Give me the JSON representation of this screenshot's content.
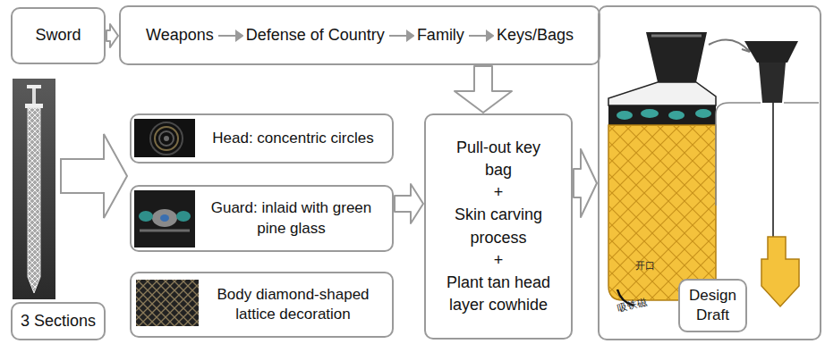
{
  "diagram": {
    "nodes": [
      {
        "text": [
          "Sword"
        ]
      },
      {
        "text": [
          "Weapons",
          "Defense of Country",
          "Family",
          "Keys/Bags"
        ]
      },
      {
        "text": [
          "Head: concentric circles"
        ]
      },
      {
        "text": [
          "Guard: inlaid with green pine glass"
        ]
      },
      {
        "text": [
          "Body diamond-shaped lattice decoration"
        ]
      },
      {
        "text": [
          "Pull-out key bag",
          "+",
          "Skin carving process",
          "+",
          "Plant tan head layer cowhide"
        ]
      },
      {
        "text": [
          "3 Sections"
        ]
      },
      {
        "text": [
          "开口",
          "吸铁磁"
        ]
      },
      {
        "text": [
          "Design Draft"
        ],
        "in": 7
      }
    ],
    "edges": [
      {
        "from": 0,
        "to": 1,
        "arrow": "to"
      },
      {
        "from": 1,
        "to": 5,
        "arrow": "to"
      },
      {
        "from": 3,
        "to": 5,
        "arrow": "to"
      },
      {
        "from": 5,
        "to": 7,
        "arrow": "to"
      }
    ]
  }
}
